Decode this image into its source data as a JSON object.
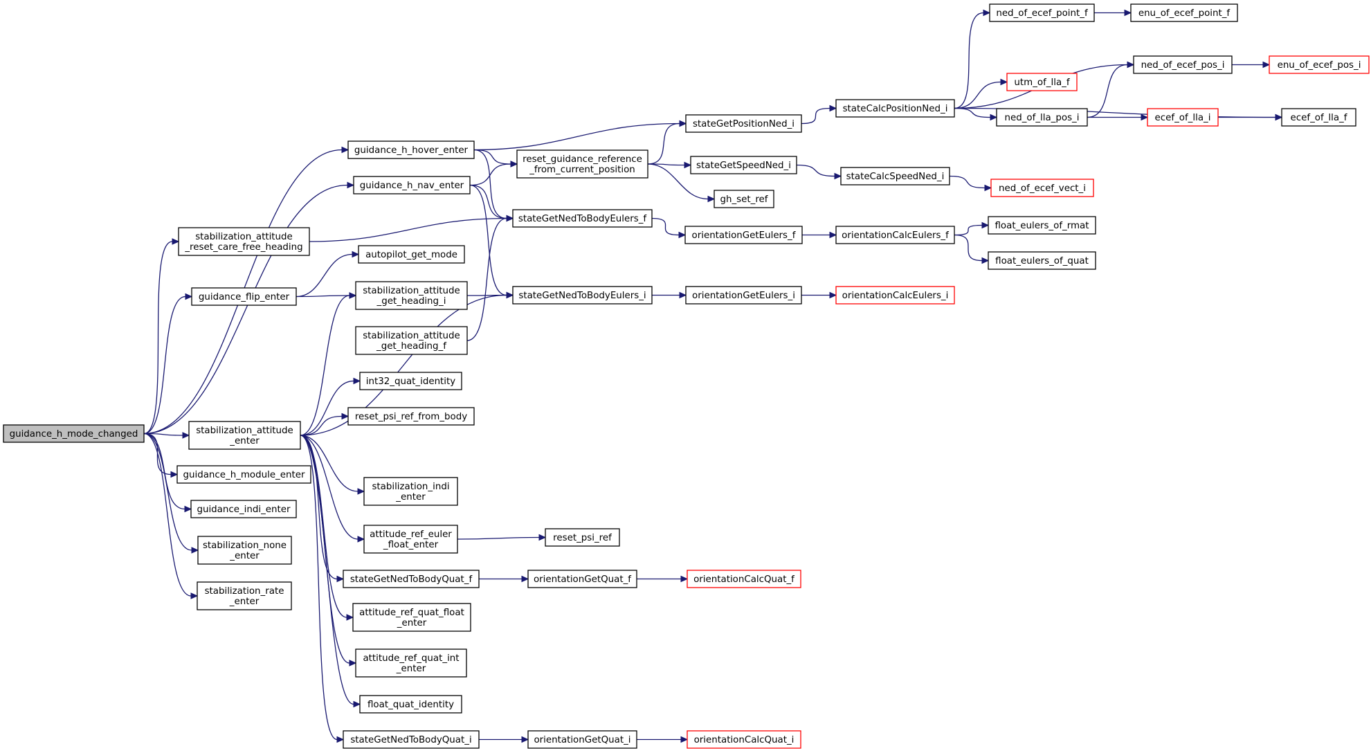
{
  "graph": {
    "colors": {
      "edge": "#191970",
      "node_border": "#000000",
      "external_border": "#ff0000",
      "root_fill": "#bfbfbf",
      "node_fill": "#ffffff"
    },
    "nodes": [
      {
        "id": "guidance_h_mode_changed",
        "lines": [
          "guidance_h_mode_changed"
        ],
        "style": "root"
      },
      {
        "id": "guidance_h_hover_enter",
        "lines": [
          "guidance_h_hover_enter"
        ]
      },
      {
        "id": "guidance_h_nav_enter",
        "lines": [
          "guidance_h_nav_enter"
        ]
      },
      {
        "id": "stabilization_attitude_reset_care_free_heading",
        "lines": [
          "stabilization_attitude",
          "_reset_care_free_heading"
        ]
      },
      {
        "id": "guidance_flip_enter",
        "lines": [
          "guidance_flip_enter"
        ]
      },
      {
        "id": "stabilization_attitude_enter",
        "lines": [
          "stabilization_attitude",
          "_enter"
        ]
      },
      {
        "id": "guidance_h_module_enter",
        "lines": [
          "guidance_h_module_enter"
        ]
      },
      {
        "id": "guidance_indi_enter",
        "lines": [
          "guidance_indi_enter"
        ]
      },
      {
        "id": "stabilization_none_enter",
        "lines": [
          "stabilization_none",
          "_enter"
        ]
      },
      {
        "id": "stabilization_rate_enter",
        "lines": [
          "stabilization_rate",
          "_enter"
        ]
      },
      {
        "id": "autopilot_get_mode",
        "lines": [
          "autopilot_get_mode"
        ]
      },
      {
        "id": "stabilization_attitude_get_heading_i",
        "lines": [
          "stabilization_attitude",
          "_get_heading_i"
        ]
      },
      {
        "id": "stabilization_attitude_get_heading_f",
        "lines": [
          "stabilization_attitude",
          "_get_heading_f"
        ]
      },
      {
        "id": "int32_quat_identity",
        "lines": [
          "int32_quat_identity"
        ]
      },
      {
        "id": "reset_psi_ref_from_body",
        "lines": [
          "reset_psi_ref_from_body"
        ]
      },
      {
        "id": "stabilization_indi_enter",
        "lines": [
          "stabilization_indi",
          "_enter"
        ]
      },
      {
        "id": "attitude_ref_euler_float_enter",
        "lines": [
          "attitude_ref_euler",
          "_float_enter"
        ]
      },
      {
        "id": "stateGetNedToBodyQuat_f",
        "lines": [
          "stateGetNedToBodyQuat_f"
        ]
      },
      {
        "id": "attitude_ref_quat_float_enter",
        "lines": [
          "attitude_ref_quat_float",
          "_enter"
        ]
      },
      {
        "id": "attitude_ref_quat_int_enter",
        "lines": [
          "attitude_ref_quat_int",
          "_enter"
        ]
      },
      {
        "id": "float_quat_identity",
        "lines": [
          "float_quat_identity"
        ]
      },
      {
        "id": "stateGetNedToBodyQuat_i",
        "lines": [
          "stateGetNedToBodyQuat_i"
        ]
      },
      {
        "id": "reset_guidance_reference_from_current_position",
        "lines": [
          "reset_guidance_reference",
          "_from_current_position"
        ]
      },
      {
        "id": "stateGetNedToBodyEulers_f",
        "lines": [
          "stateGetNedToBodyEulers_f"
        ]
      },
      {
        "id": "stateGetNedToBodyEulers_i",
        "lines": [
          "stateGetNedToBodyEulers_i"
        ]
      },
      {
        "id": "reset_psi_ref",
        "lines": [
          "reset_psi_ref"
        ]
      },
      {
        "id": "orientationGetQuat_f",
        "lines": [
          "orientationGetQuat_f"
        ]
      },
      {
        "id": "orientationGetQuat_i",
        "lines": [
          "orientationGetQuat_i"
        ]
      },
      {
        "id": "stateGetPositionNed_i",
        "lines": [
          "stateGetPositionNed_i"
        ]
      },
      {
        "id": "stateGetSpeedNed_i",
        "lines": [
          "stateGetSpeedNed_i"
        ]
      },
      {
        "id": "gh_set_ref",
        "lines": [
          "gh_set_ref"
        ]
      },
      {
        "id": "orientationGetEulers_f",
        "lines": [
          "orientationGetEulers_f"
        ]
      },
      {
        "id": "orientationGetEulers_i",
        "lines": [
          "orientationGetEulers_i"
        ]
      },
      {
        "id": "orientationCalcQuat_f",
        "lines": [
          "orientationCalcQuat_f"
        ],
        "style": "external"
      },
      {
        "id": "orientationCalcQuat_i",
        "lines": [
          "orientationCalcQuat_i"
        ],
        "style": "external"
      },
      {
        "id": "stateCalcPositionNed_i",
        "lines": [
          "stateCalcPositionNed_i"
        ]
      },
      {
        "id": "stateCalcSpeedNed_i",
        "lines": [
          "stateCalcSpeedNed_i"
        ]
      },
      {
        "id": "orientationCalcEulers_f",
        "lines": [
          "orientationCalcEulers_f"
        ]
      },
      {
        "id": "orientationCalcEulers_i",
        "lines": [
          "orientationCalcEulers_i"
        ],
        "style": "external"
      },
      {
        "id": "ned_of_ecef_point_f",
        "lines": [
          "ned_of_ecef_point_f"
        ]
      },
      {
        "id": "utm_of_lla_f",
        "lines": [
          "utm_of_lla_f"
        ],
        "style": "external"
      },
      {
        "id": "ned_of_lla_pos_i",
        "lines": [
          "ned_of_lla_pos_i"
        ]
      },
      {
        "id": "ned_of_ecef_vect_i",
        "lines": [
          "ned_of_ecef_vect_i"
        ],
        "style": "external"
      },
      {
        "id": "float_eulers_of_rmat",
        "lines": [
          "float_eulers_of_rmat"
        ]
      },
      {
        "id": "float_eulers_of_quat",
        "lines": [
          "float_eulers_of_quat"
        ]
      },
      {
        "id": "enu_of_ecef_point_f",
        "lines": [
          "enu_of_ecef_point_f"
        ]
      },
      {
        "id": "ned_of_ecef_pos_i",
        "lines": [
          "ned_of_ecef_pos_i"
        ]
      },
      {
        "id": "ecef_of_lla_i",
        "lines": [
          "ecef_of_lla_i"
        ],
        "style": "external"
      },
      {
        "id": "enu_of_ecef_pos_i",
        "lines": [
          "enu_of_ecef_pos_i"
        ],
        "style": "external"
      },
      {
        "id": "ecef_of_lla_f",
        "lines": [
          "ecef_of_lla_f"
        ]
      }
    ],
    "edges": [
      [
        "guidance_h_mode_changed",
        "guidance_h_hover_enter"
      ],
      [
        "guidance_h_mode_changed",
        "guidance_h_nav_enter"
      ],
      [
        "guidance_h_mode_changed",
        "stabilization_attitude_reset_care_free_heading"
      ],
      [
        "guidance_h_mode_changed",
        "guidance_flip_enter"
      ],
      [
        "guidance_h_mode_changed",
        "stabilization_attitude_enter"
      ],
      [
        "guidance_h_mode_changed",
        "guidance_h_module_enter"
      ],
      [
        "guidance_h_mode_changed",
        "guidance_indi_enter"
      ],
      [
        "guidance_h_mode_changed",
        "stabilization_none_enter"
      ],
      [
        "guidance_h_mode_changed",
        "stabilization_rate_enter"
      ],
      [
        "guidance_h_hover_enter",
        "stateGetPositionNed_i"
      ],
      [
        "guidance_h_hover_enter",
        "reset_guidance_reference_from_current_position"
      ],
      [
        "guidance_h_hover_enter",
        "stateGetNedToBodyEulers_f"
      ],
      [
        "guidance_h_nav_enter",
        "reset_guidance_reference_from_current_position"
      ],
      [
        "guidance_h_nav_enter",
        "stateGetNedToBodyEulers_f"
      ],
      [
        "guidance_h_nav_enter",
        "stateGetNedToBodyEulers_i"
      ],
      [
        "stabilization_attitude_reset_care_free_heading",
        "stateGetNedToBodyEulers_f"
      ],
      [
        "guidance_flip_enter",
        "autopilot_get_mode"
      ],
      [
        "guidance_flip_enter",
        "stabilization_attitude_get_heading_i"
      ],
      [
        "stabilization_attitude_get_heading_i",
        "stateGetNedToBodyEulers_i"
      ],
      [
        "stabilization_attitude_get_heading_f",
        "stateGetNedToBodyEulers_f"
      ],
      [
        "stabilization_attitude_enter",
        "stabilization_attitude_get_heading_i"
      ],
      [
        "stabilization_attitude_enter",
        "int32_quat_identity"
      ],
      [
        "stabilization_attitude_enter",
        "reset_psi_ref_from_body"
      ],
      [
        "stabilization_attitude_enter",
        "stateGetNedToBodyEulers_i"
      ],
      [
        "stabilization_attitude_enter",
        "stabilization_indi_enter"
      ],
      [
        "stabilization_attitude_enter",
        "attitude_ref_euler_float_enter"
      ],
      [
        "stabilization_attitude_enter",
        "stateGetNedToBodyQuat_f"
      ],
      [
        "stabilization_attitude_enter",
        "attitude_ref_quat_float_enter"
      ],
      [
        "stabilization_attitude_enter",
        "attitude_ref_quat_int_enter"
      ],
      [
        "stabilization_attitude_enter",
        "float_quat_identity"
      ],
      [
        "stabilization_attitude_enter",
        "stateGetNedToBodyQuat_i"
      ],
      [
        "attitude_ref_euler_float_enter",
        "reset_psi_ref"
      ],
      [
        "stateGetNedToBodyQuat_f",
        "orientationGetQuat_f"
      ],
      [
        "orientationGetQuat_f",
        "orientationCalcQuat_f"
      ],
      [
        "stateGetNedToBodyQuat_i",
        "orientationGetQuat_i"
      ],
      [
        "orientationGetQuat_i",
        "orientationCalcQuat_i"
      ],
      [
        "reset_guidance_reference_from_current_position",
        "stateGetPositionNed_i"
      ],
      [
        "reset_guidance_reference_from_current_position",
        "stateGetSpeedNed_i"
      ],
      [
        "reset_guidance_reference_from_current_position",
        "gh_set_ref"
      ],
      [
        "stateGetPositionNed_i",
        "stateCalcPositionNed_i"
      ],
      [
        "stateGetSpeedNed_i",
        "stateCalcSpeedNed_i"
      ],
      [
        "stateCalcSpeedNed_i",
        "ned_of_ecef_vect_i"
      ],
      [
        "stateGetNedToBodyEulers_f",
        "orientationGetEulers_f"
      ],
      [
        "orientationGetEulers_f",
        "orientationCalcEulers_f"
      ],
      [
        "orientationCalcEulers_f",
        "float_eulers_of_rmat"
      ],
      [
        "orientationCalcEulers_f",
        "float_eulers_of_quat"
      ],
      [
        "stateGetNedToBodyEulers_i",
        "orientationGetEulers_i"
      ],
      [
        "orientationGetEulers_i",
        "orientationCalcEulers_i"
      ],
      [
        "stateCalcPositionNed_i",
        "ned_of_ecef_point_f"
      ],
      [
        "stateCalcPositionNed_i",
        "ned_of_ecef_pos_i"
      ],
      [
        "stateCalcPositionNed_i",
        "utm_of_lla_f"
      ],
      [
        "stateCalcPositionNed_i",
        "ned_of_lla_pos_i"
      ],
      [
        "stateCalcPositionNed_i",
        "ecef_of_lla_f"
      ],
      [
        "ned_of_ecef_point_f",
        "enu_of_ecef_point_f"
      ],
      [
        "ned_of_lla_pos_i",
        "ned_of_ecef_pos_i"
      ],
      [
        "ned_of_lla_pos_i",
        "ecef_of_lla_i"
      ],
      [
        "ned_of_ecef_pos_i",
        "enu_of_ecef_pos_i"
      ],
      [
        "ecef_of_lla_i",
        "ecef_of_lla_f"
      ]
    ]
  }
}
